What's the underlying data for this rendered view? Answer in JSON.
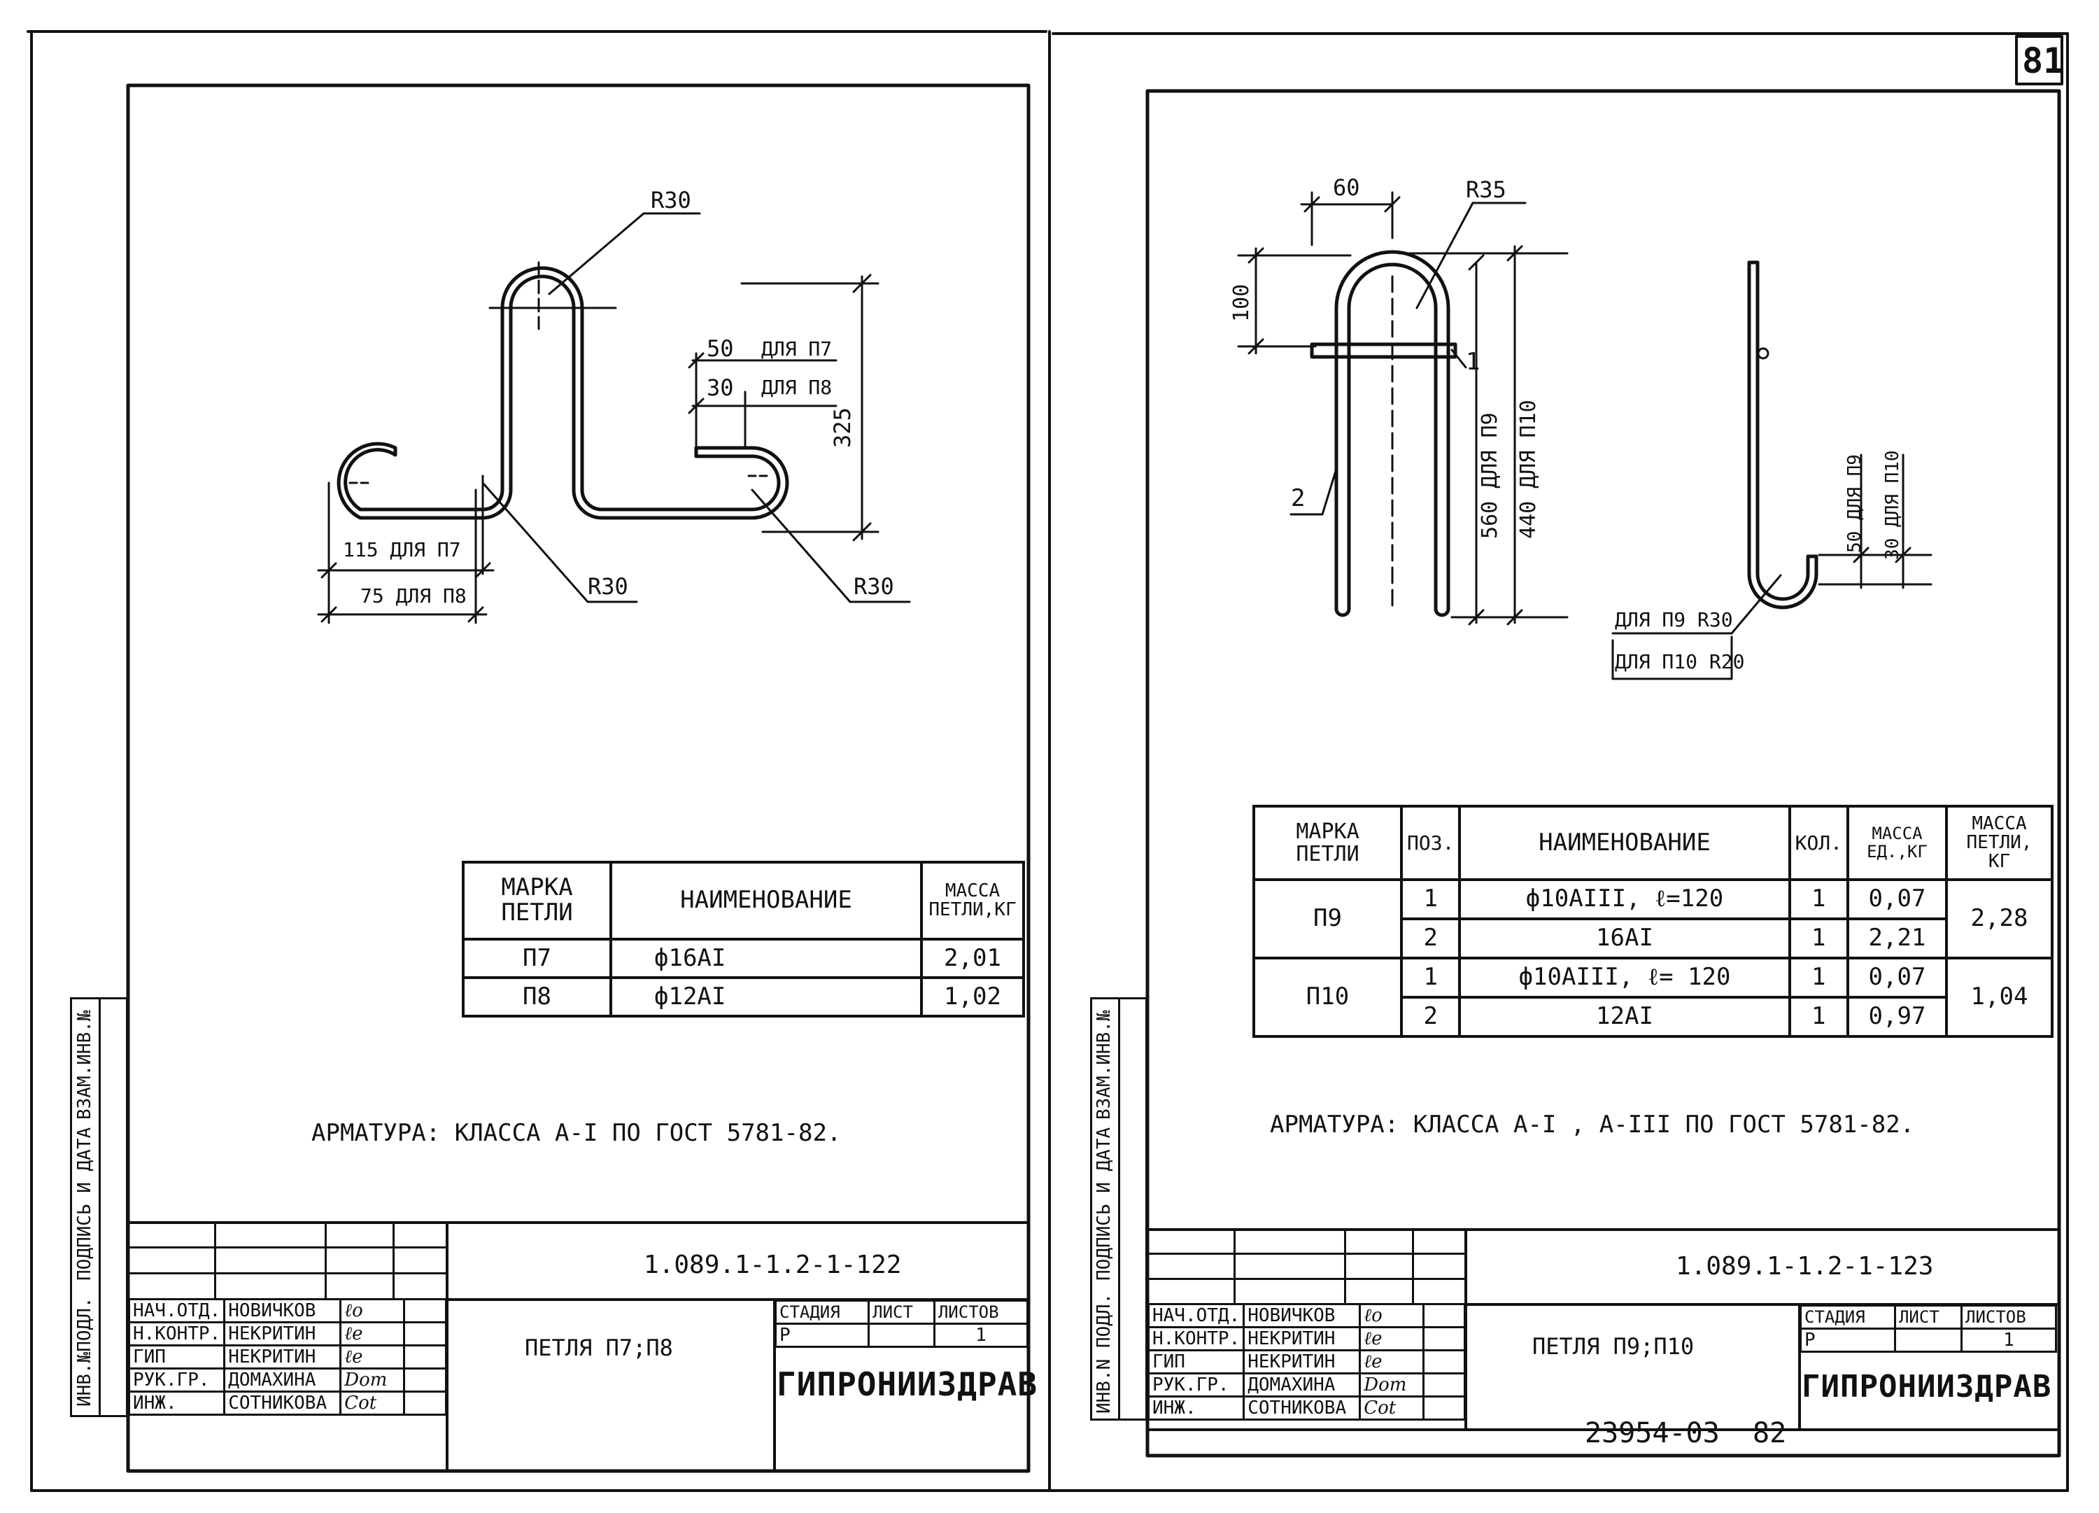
{
  "page_number": "81",
  "left_sheet": {
    "dims": {
      "r_top": "R30",
      "r_bottom_left": "R30",
      "r_bottom_right": "R30",
      "d50": "50",
      "d30": "30",
      "for_p7": "ДЛЯ П7",
      "for_p8": "ДЛЯ П8",
      "d325": "325",
      "d115": "115 ДЛЯ П7",
      "d75": "75 ДЛЯ П8"
    },
    "table": {
      "headers": [
        "МАРКА ПЕТЛИ",
        "НАИМЕНОВАНИЕ",
        "МАССА ПЕТЛИ,КГ"
      ],
      "rows": [
        {
          "mark": "П7",
          "name": "ф16АI",
          "mass": "2,01"
        },
        {
          "mark": "П8",
          "name": "ф12АI",
          "mass": "1,02"
        }
      ]
    },
    "note": "АРМАТУРА:  КЛАССА  А-I  ПО  ГОСТ 5781-82.",
    "doc_code": "1.089.1-1.2-1-122",
    "title": "ПЕТЛЯ П7;П8",
    "stage_label": "СТАДИЯ",
    "sheet_label": "ЛИСТ",
    "sheets_label": "ЛИСТОВ",
    "stage": "Р",
    "sheets": "1",
    "org": "ГИПРОНИИЗДРАВ",
    "staff": [
      {
        "role": "НАЧ.ОТД.",
        "name": "НОВИЧКОВ",
        "sign": "ℓo"
      },
      {
        "role": "Н.КОНТР.",
        "name": "НЕКРИТИН",
        "sign": "ℓe"
      },
      {
        "role": "ГИП",
        "name": "НЕКРИТИН",
        "sign": "ℓe"
      },
      {
        "role": "РУК.ГР.",
        "name": "ДОМАХИНА",
        "sign": "Dom"
      },
      {
        "role": "ИНЖ.",
        "name": "СОТНИКОВА",
        "sign": "Cot"
      }
    ],
    "side_stamp": [
      "ИНВ.№ПОДЛ.",
      "ПОДПИСЬ И ДАТА",
      "ВЗАМ.ИНВ.№"
    ]
  },
  "right_sheet": {
    "dims": {
      "d60": "60",
      "r35": "R35",
      "d100": "100",
      "pos1": "1",
      "pos2": "2",
      "d560": "560 ДЛЯ П9",
      "d440": "440 ДЛЯ П10",
      "d50": "50 ДЛЯ П9",
      "d30": "30 ДЛЯ П10",
      "r_p9": "ДЛЯ П9 R30",
      "r_p10": "ДЛЯ П10 R20"
    },
    "table": {
      "headers": [
        "МАРКА ПЕТЛИ",
        "ПОЗ.",
        "НАИМЕНОВАНИЕ",
        "КОЛ.",
        "МАССА ЕД.,КГ",
        "МАССА ПЕТЛИ, КГ"
      ],
      "groups": [
        {
          "mark": "П9",
          "total": "2,28",
          "rows": [
            {
              "pos": "1",
              "name": "ф10АIII,  ℓ=120",
              "qty": "1",
              "mass": "0,07"
            },
            {
              "pos": "2",
              "name": "16АI",
              "qty": "1",
              "mass": "2,21"
            }
          ]
        },
        {
          "mark": "П10",
          "total": "1,04",
          "rows": [
            {
              "pos": "1",
              "name": "ф10АIII,  ℓ= 120",
              "qty": "1",
              "mass": "0,07"
            },
            {
              "pos": "2",
              "name": "12АI",
              "qty": "1",
              "mass": "0,97"
            }
          ]
        }
      ]
    },
    "note": "АРМАТУРА: КЛАССА   А-I , А-III  ПО  ГОСТ 5781-82.",
    "doc_code": "1.089.1-1.2-1-123",
    "title": "ПЕТЛЯ П9;П10",
    "stage_label": "СТАДИЯ",
    "sheet_label": "ЛИСТ",
    "sheets_label": "ЛИСТОВ",
    "stage": "Р",
    "sheets": "1",
    "org": "ГИПРОНИИЗДРАВ",
    "staff": [
      {
        "role": "НАЧ.ОТД.",
        "name": "НОВИЧКОВ",
        "sign": "ℓo"
      },
      {
        "role": "Н.КОНТР.",
        "name": "НЕКРИТИН",
        "sign": "ℓe"
      },
      {
        "role": "ГИП",
        "name": "НЕКРИТИН",
        "sign": "ℓe"
      },
      {
        "role": "РУК.ГР.",
        "name": "ДОМАХИНА",
        "sign": "Dom"
      },
      {
        "role": "ИНЖ.",
        "name": "СОТНИКОВА",
        "sign": "Cot"
      }
    ],
    "side_stamp": [
      "ИНВ.N ПОДЛ.",
      "ПОДПИСЬ И ДАТА",
      "ВЗАМ.ИНВ.№"
    ]
  },
  "footer_ref": "23954-03",
  "footer_page": "82"
}
